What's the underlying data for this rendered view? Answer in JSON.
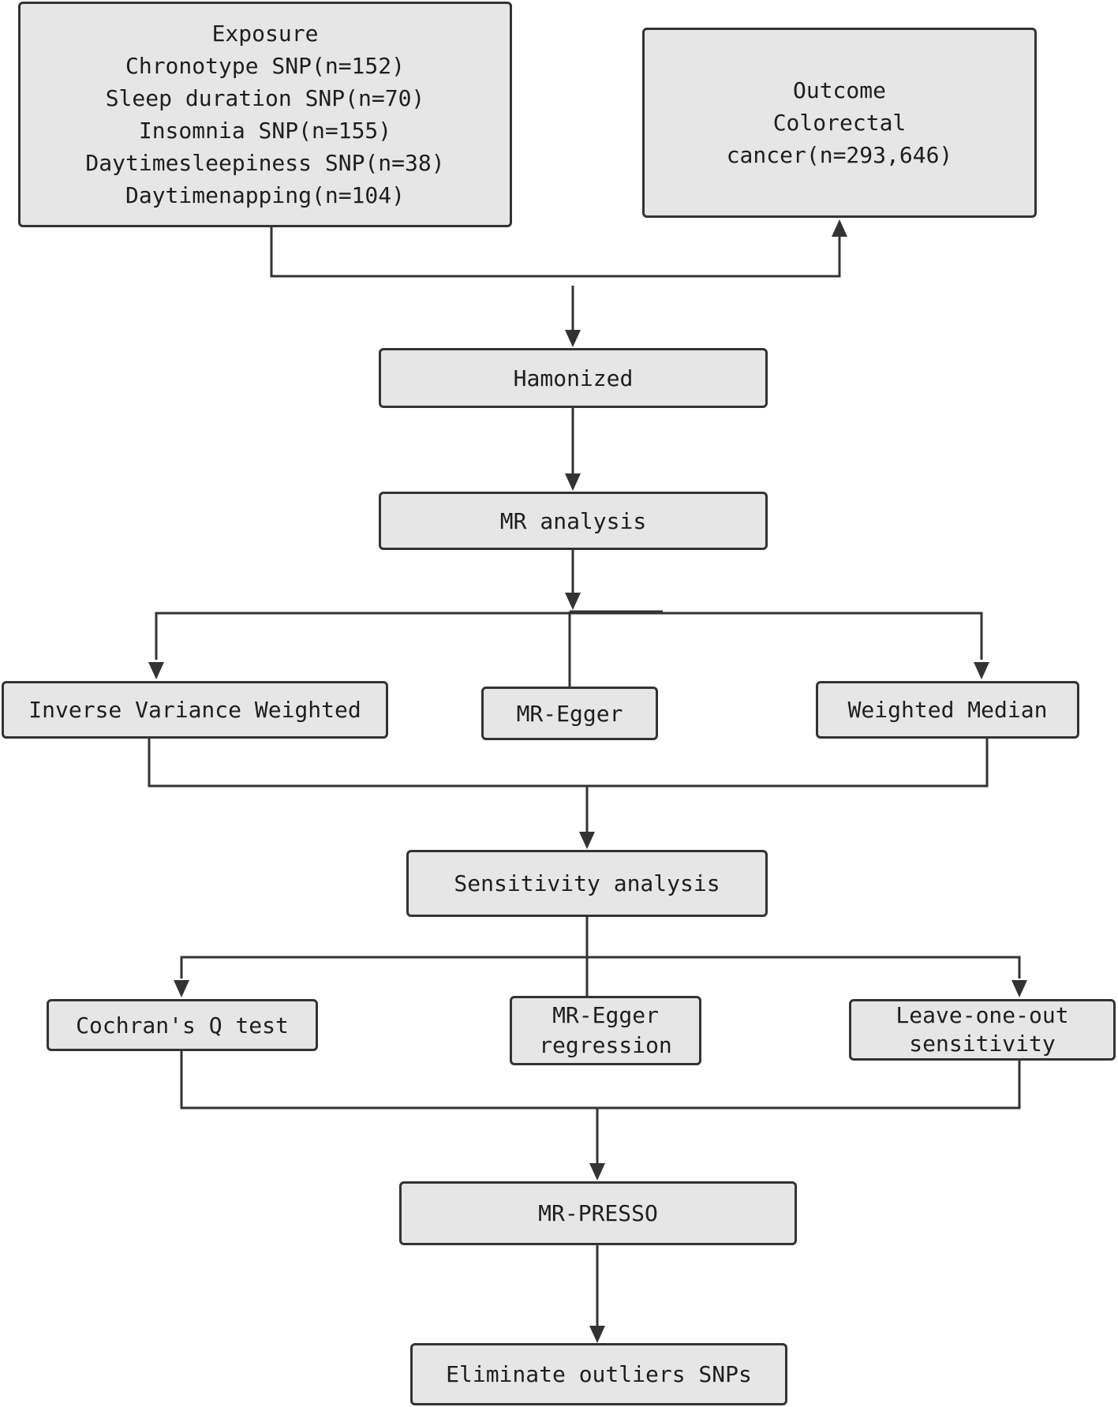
{
  "exposure": {
    "title": "Exposure",
    "lines": [
      "Chronotype SNP(n=152)",
      "Sleep duration SNP(n=70)",
      "Insomnia SNP(n=155)",
      "Daytimesleepiness SNP(n=38)",
      "Daytimenapping(n=104)"
    ]
  },
  "outcome": {
    "title": "Outcome",
    "lines": [
      "Colorectal",
      "cancer(n=293,646)"
    ]
  },
  "harmonized": "Hamonized",
  "mr_analysis": "MR analysis",
  "methods": {
    "ivw": "Inverse Variance Weighted",
    "egger": "MR-Egger",
    "median": "Weighted Median"
  },
  "sensitivity": "Sensitivity analysis",
  "tests": {
    "cochran": "Cochran's Q test",
    "egger_regression": [
      "MR-Egger",
      "regression"
    ],
    "leave_one_out": [
      "Leave-one-out",
      "sensitivity"
    ]
  },
  "mr_presso": "MR-PRESSO",
  "eliminate": "Eliminate outliers SNPs",
  "colors": {
    "box_fill": "#e6e6e6",
    "line": "#333333"
  }
}
